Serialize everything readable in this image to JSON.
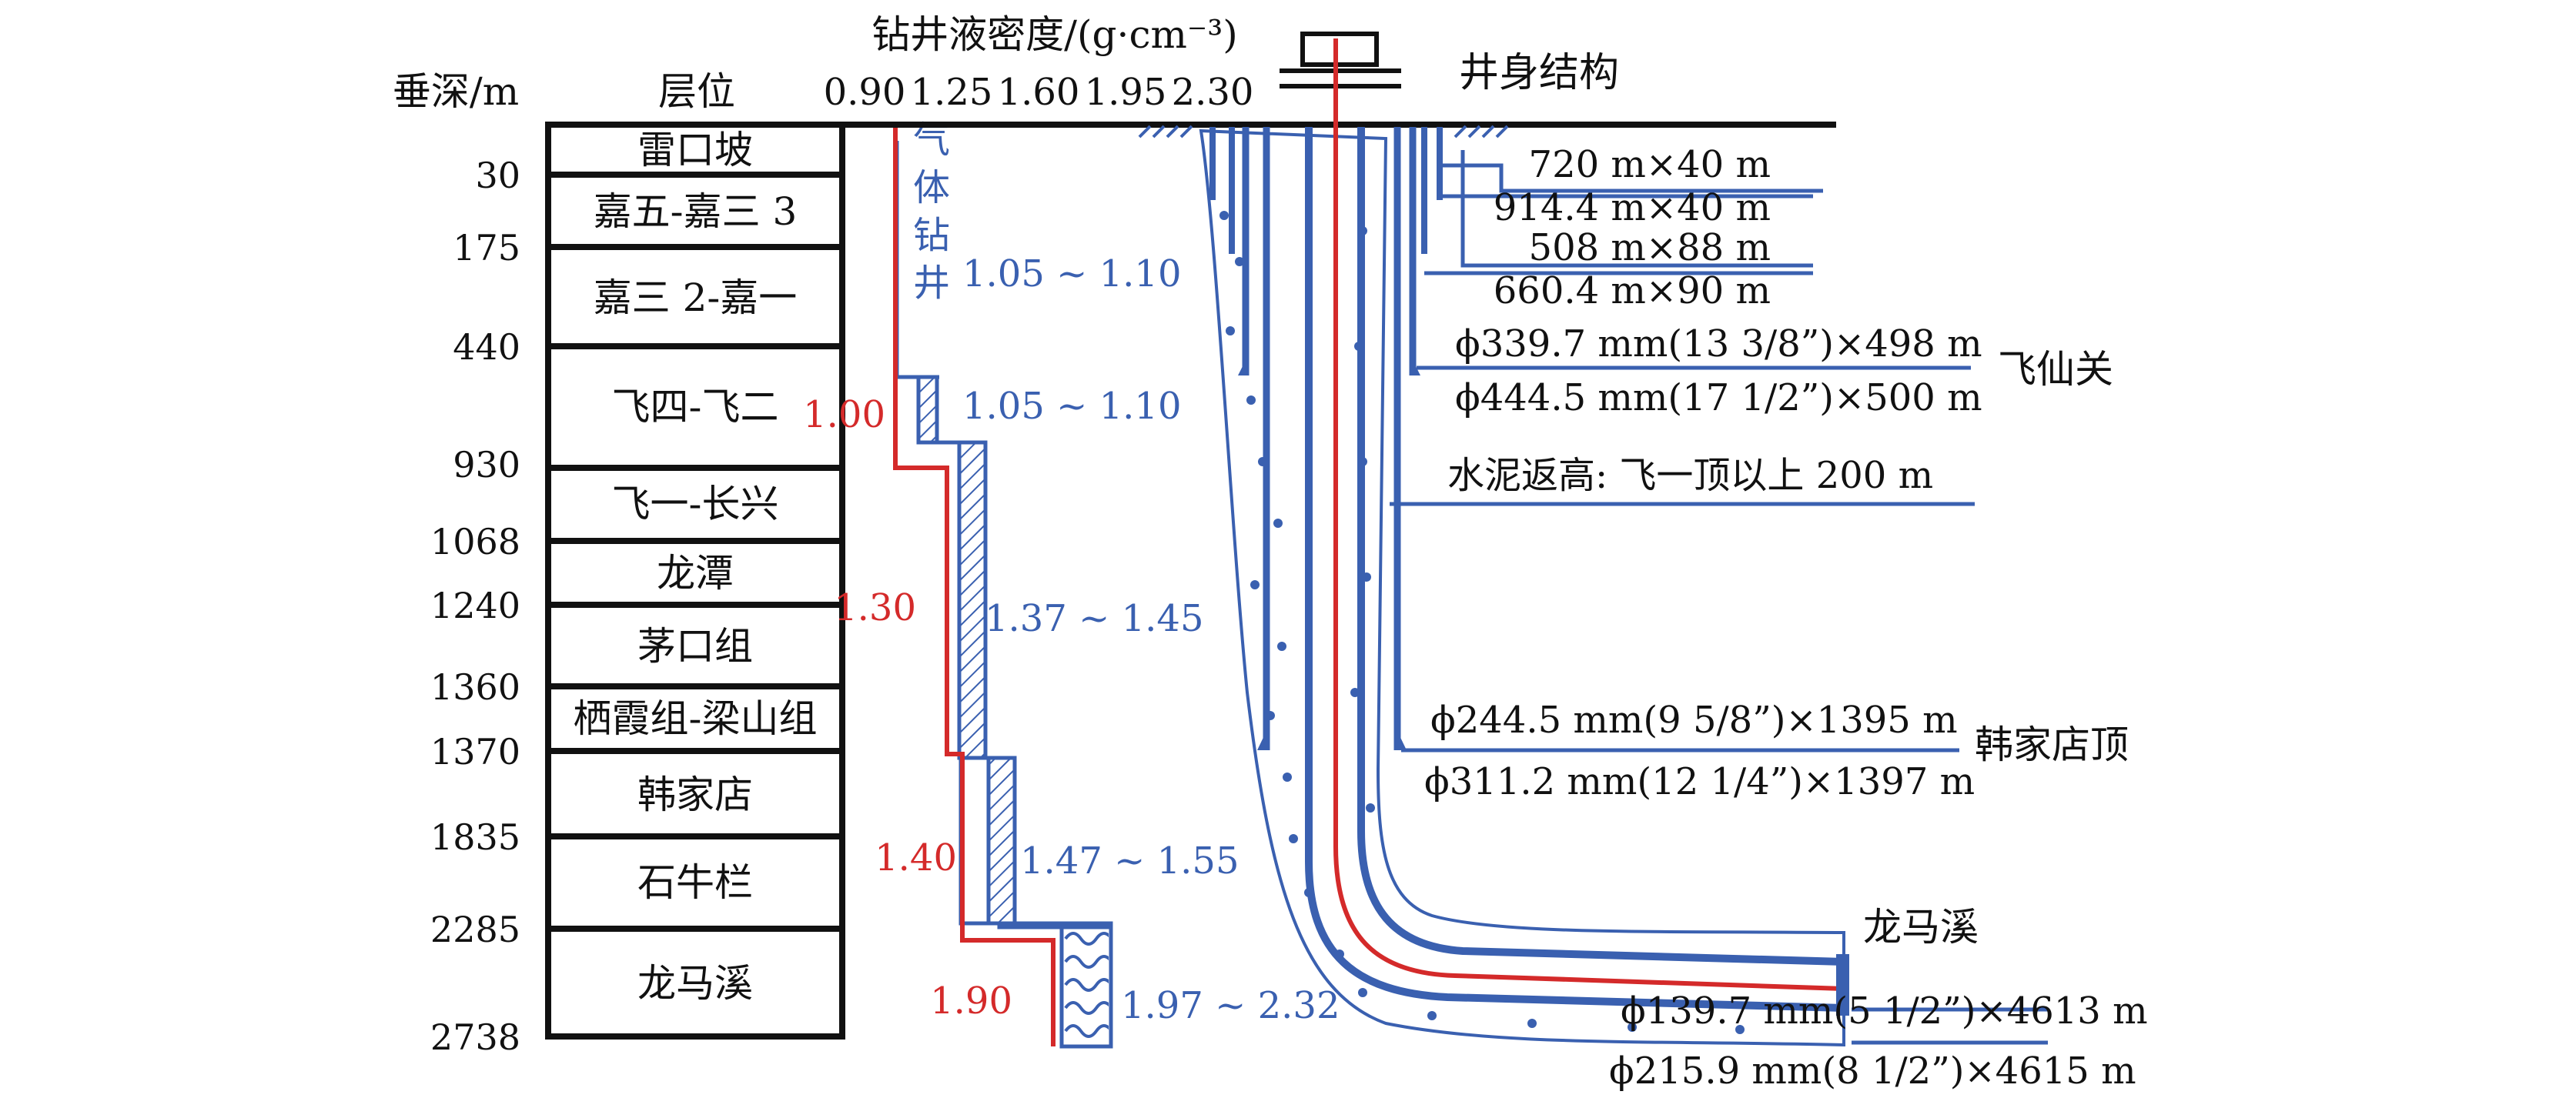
{
  "header": {
    "depth_title": "垂深/m",
    "layer_title": "层位",
    "density_title": "钻井液密度/(g·cm⁻³)",
    "density_ticks": [
      "0.90",
      "1.25",
      "1.60",
      "1.95",
      "2.30"
    ],
    "structure_title": "井身结构"
  },
  "depth_ticks": [
    "30",
    "175",
    "440",
    "930",
    "1068",
    "1240",
    "1360",
    "1370",
    "1835",
    "2285",
    "2738"
  ],
  "layers": [
    "雷口坡",
    "嘉五-嘉三 3",
    "嘉三 2-嘉一",
    "飞四-飞二",
    "飞一-长兴",
    "龙潭",
    "茅口组",
    "栖霞组-梁山组",
    "韩家店",
    "石牛栏",
    "龙马溪"
  ],
  "density_window": {
    "gas_drilling": "气体钻井",
    "ranges": [
      "1.05 ~ 1.10",
      "1.05 ~ 1.10",
      "1.37 ~ 1.45",
      "1.47 ~ 1.55",
      "1.97 ~ 2.32"
    ],
    "actual": [
      "1.00",
      "1.30",
      "1.40",
      "1.90"
    ]
  },
  "casing_labels": {
    "conductor_1": "720 m×40 m",
    "conductor_2": "914.4 m×40 m",
    "conductor_3": "508 m×88 m",
    "conductor_4": "660.4 m×90 m",
    "surface_casing": "ϕ339.7 mm(13 3/8”)×498 m",
    "surface_hole": "ϕ444.5 mm(17 1/2”)×500 m",
    "surface_formation": "飞仙关",
    "cement_top": "水泥返高: 飞一顶以上 200 m",
    "intermediate_casing": "ϕ244.5 mm(9 5/8”)×1395 m",
    "intermediate_hole": "ϕ311.2 mm(12 1/4”)×1397 m",
    "intermediate_formation": "韩家店顶",
    "target_formation": "龙马溪",
    "production_casing": "ϕ139.7 mm(5 1/2”)×4613 m",
    "production_hole": "ϕ215.9 mm(8 1/2”)×4615 m"
  },
  "colors": {
    "casing_blue": "#3a60b0",
    "density_red": "#d42a2a",
    "text": "#111111"
  }
}
